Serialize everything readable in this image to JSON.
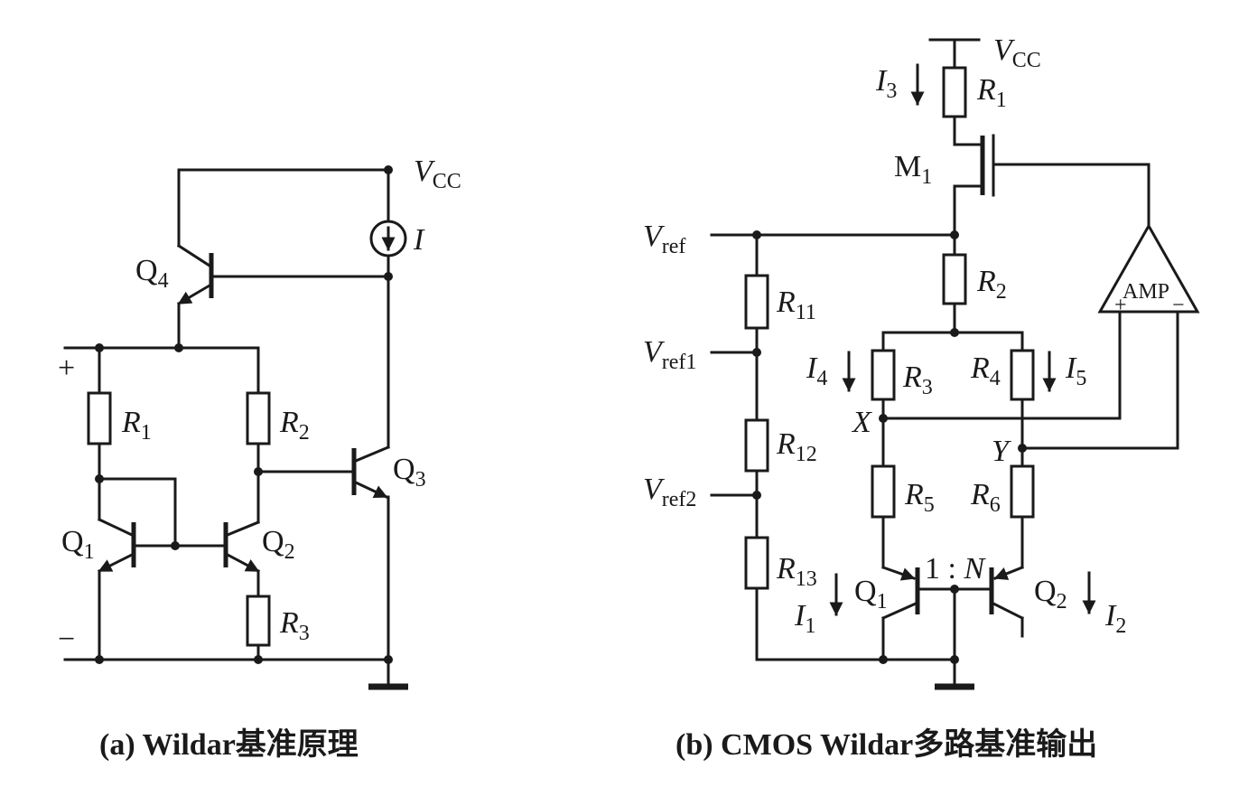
{
  "diagram_a": {
    "caption": "(a) Wildar基准原理",
    "vcc": {
      "main": "V",
      "sub": "CC"
    },
    "current_source": "I",
    "plus": "+",
    "minus": "−",
    "q1": {
      "main": "Q",
      "sub": "1"
    },
    "q2": {
      "main": "Q",
      "sub": "2"
    },
    "q3": {
      "main": "Q",
      "sub": "3"
    },
    "q4": {
      "main": "Q",
      "sub": "4"
    },
    "r1": {
      "main": "R",
      "sub": "1"
    },
    "r2": {
      "main": "R",
      "sub": "2"
    },
    "r3": {
      "main": "R",
      "sub": "3"
    }
  },
  "diagram_b": {
    "caption": "(b) CMOS Wildar多路基准输出",
    "vcc": {
      "main": "V",
      "sub": "CC"
    },
    "i3": {
      "main": "I",
      "sub": "3"
    },
    "r1": {
      "main": "R",
      "sub": "1"
    },
    "m1": {
      "main": "M",
      "sub": "1"
    },
    "vref": {
      "main": "V",
      "sub": "ref"
    },
    "vref1": {
      "main": "V",
      "sub": "ref1"
    },
    "vref2": {
      "main": "V",
      "sub": "ref2"
    },
    "r2": {
      "main": "R",
      "sub": "2"
    },
    "r11": {
      "main": "R",
      "sub": "11"
    },
    "r12": {
      "main": "R",
      "sub": "12"
    },
    "r13": {
      "main": "R",
      "sub": "13"
    },
    "amp": "AMP",
    "amp_plus": "+",
    "amp_minus": "−",
    "i4": {
      "main": "I",
      "sub": "4"
    },
    "i5": {
      "main": "I",
      "sub": "5"
    },
    "r3": {
      "main": "R",
      "sub": "3"
    },
    "r4": {
      "main": "R",
      "sub": "4"
    },
    "x": "X",
    "y": "Y",
    "r5": {
      "main": "R",
      "sub": "5"
    },
    "r6": {
      "main": "R",
      "sub": "6"
    },
    "ratio": {
      "pre": "1 : ",
      "n": "N"
    },
    "q1": {
      "main": "Q",
      "sub": "1"
    },
    "q2": {
      "main": "Q",
      "sub": "2"
    },
    "i1": {
      "main": "I",
      "sub": "1"
    },
    "i2": {
      "main": "I",
      "sub": "2"
    }
  }
}
